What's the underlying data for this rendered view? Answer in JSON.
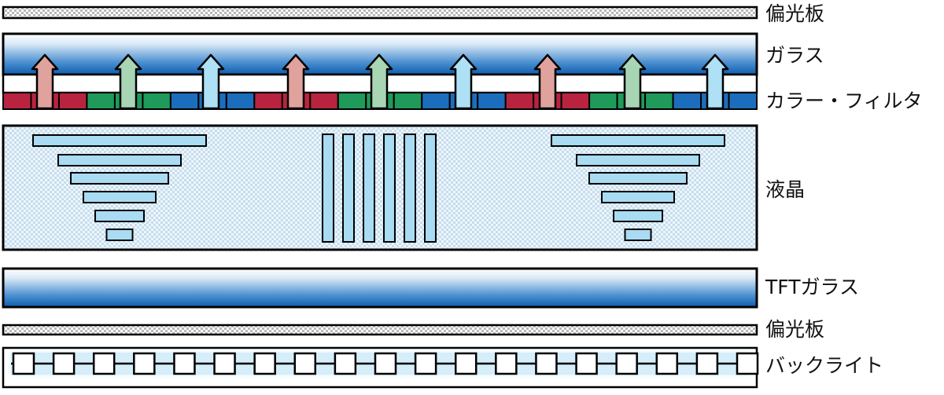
{
  "layers": {
    "polarizer_top": "偏光板",
    "glass": "ガラス",
    "color_filter": "カラー・フィルタ",
    "liquid_crystal": "液晶",
    "tft_glass": "TFTガラス",
    "polarizer_bottom": "偏光板",
    "backlight": "バックライト"
  },
  "colors": {
    "red": "#b8243f",
    "green": "#1f9a5a",
    "blue": "#1c6ebc",
    "arrow_red": "#e0a29c",
    "arrow_green": "#a8d6b4",
    "arrow_blue": "#aee0f6",
    "crystal_fill": "#a9dbf3",
    "glass_top": "#ffffff",
    "glass_bottom": "#1464b4"
  },
  "arrow_colors": [
    "red",
    "green",
    "blue",
    "red",
    "green",
    "red",
    "green",
    "blue"
  ],
  "backlight_cells": 19
}
